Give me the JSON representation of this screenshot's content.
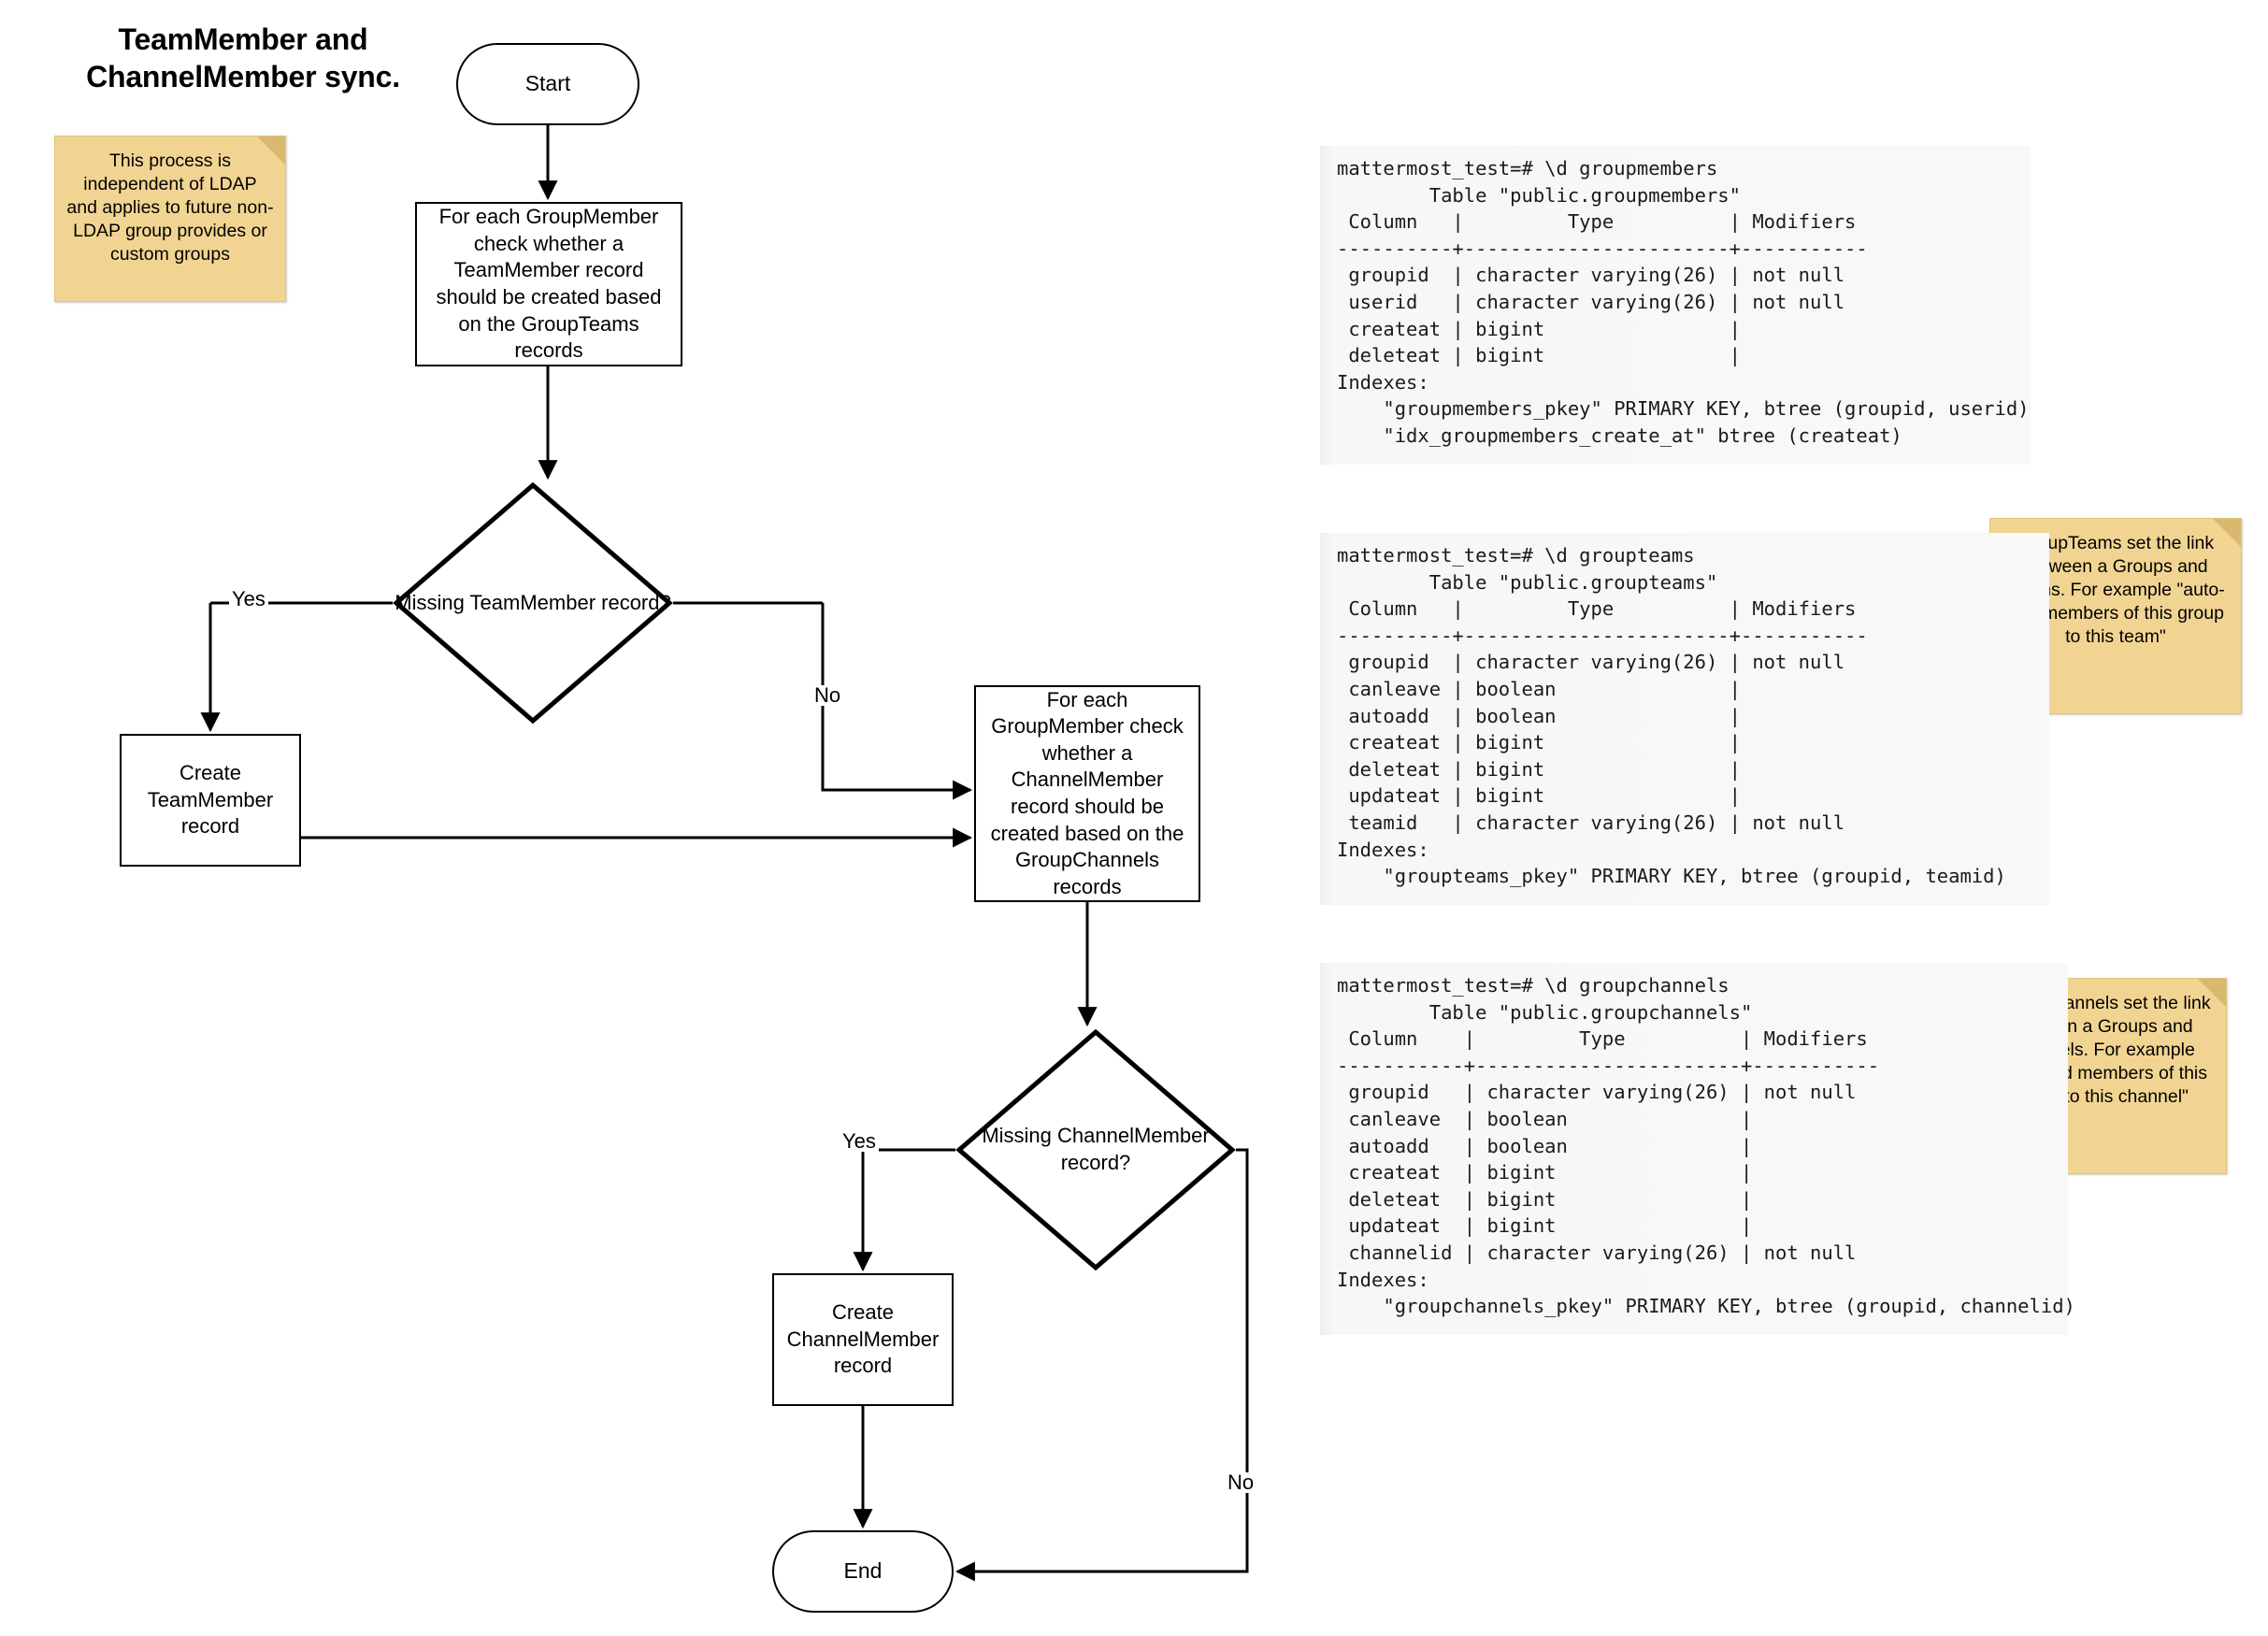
{
  "title": "TeamMember and\nChannelMember sync.",
  "notes": [
    {
      "id": "ldap-note",
      "text": "This process is independent of LDAP and applies to future non-LDAP group provides or custom groups"
    },
    {
      "id": "groupteams-note",
      "text": "GroupTeams set the link between a Groups and Teams. For example \"auto-add members of this group to this team\""
    },
    {
      "id": "groupchannels-note",
      "text": "GroupChannels set the link between a Groups and Channels. For example \"auto-add members of this group to this channel\""
    }
  ],
  "flowchart": {
    "nodes": {
      "start": "Start",
      "foreach_teammember": "For each GroupMember check whether a TeamMember record should be created based on the GroupTeams records",
      "decision_teammember": "Missing TeamMember record?",
      "create_teammember": "Create TeamMember record",
      "foreach_channelmember": "For each GroupMember check whether a ChannelMember record should be created based on the GroupChannels records",
      "decision_channelmember": "Missing ChannelMember record?",
      "create_channelmember": "Create ChannelMember record",
      "end": "End"
    },
    "edge_labels": {
      "yes_1": "Yes",
      "no_1": "No",
      "yes_2": "Yes",
      "no_2": "No"
    }
  },
  "terminals": [
    {
      "id": "groupmembers",
      "prompt": "mattermost_test=# \\d groupmembers",
      "table_caption": "Table \"public.groupmembers\"",
      "header": " Column   |         Type          | Modifiers ",
      "separator": "----------+-----------------------+-----------",
      "rows": [
        " groupid  | character varying(26) | not null",
        " userid   | character varying(26) | not null",
        " createat | bigint                |",
        " deleteat | bigint                |"
      ],
      "indexes_label": "Indexes:",
      "indexes": [
        "    \"groupmembers_pkey\" PRIMARY KEY, btree (groupid, userid)",
        "    \"idx_groupmembers_create_at\" btree (createat)"
      ]
    },
    {
      "id": "groupteams",
      "prompt": "mattermost_test=# \\d groupteams",
      "table_caption": "Table \"public.groupteams\"",
      "header": " Column   |         Type          | Modifiers ",
      "separator": "----------+-----------------------+-----------",
      "rows": [
        " groupid  | character varying(26) | not null",
        " canleave | boolean               |",
        " autoadd  | boolean               |",
        " createat | bigint                |",
        " deleteat | bigint                |",
        " updateat | bigint                |",
        " teamid   | character varying(26) | not null"
      ],
      "indexes_label": "Indexes:",
      "indexes": [
        "    \"groupteams_pkey\" PRIMARY KEY, btree (groupid, teamid)"
      ]
    },
    {
      "id": "groupchannels",
      "prompt": "mattermost_test=# \\d groupchannels",
      "table_caption": "Table \"public.groupchannels\"",
      "header": " Column    |         Type          | Modifiers ",
      "separator": "-----------+-----------------------+-----------",
      "rows": [
        " groupid   | character varying(26) | not null",
        " canleave  | boolean               |",
        " autoadd   | boolean               |",
        " createat  | bigint                |",
        " deleteat  | bigint                |",
        " updateat  | bigint                |",
        " channelid | character varying(26) | not null"
      ],
      "indexes_label": "Indexes:",
      "indexes": [
        "    \"groupchannels_pkey\" PRIMARY KEY, btree (groupid, channelid)"
      ]
    }
  ],
  "colors": {
    "sticky_fill": "#f2d492",
    "sticky_fold": "#d9b96f",
    "stroke": "#000000",
    "terminal_bg": "#f7f7f7"
  }
}
